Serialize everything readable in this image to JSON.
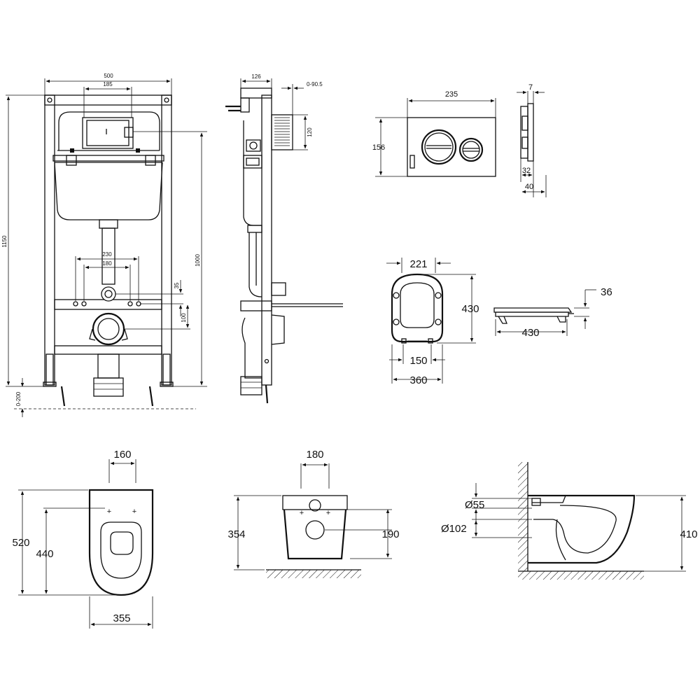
{
  "frame_front": {
    "w500": "500",
    "w185": "185",
    "h1150": "1150",
    "h1000": "1000",
    "w230": "230",
    "w180": "180",
    "v35": "35",
    "v100": "100",
    "v0200": "0-200"
  },
  "frame_side": {
    "w126": "126",
    "a0905": "0-90.5",
    "h120": "120"
  },
  "flush_plate": {
    "w235": "235",
    "h156": "156",
    "d7": "7",
    "d32": "32",
    "d40": "40"
  },
  "seat": {
    "w221": "221",
    "l430": "430",
    "w150": "150",
    "w360": "360",
    "h36": "36",
    "l430b": "430"
  },
  "bowl_top": {
    "w160": "160",
    "l520": "520",
    "l440": "440",
    "w355": "355"
  },
  "bowl_rear": {
    "w180": "180",
    "h354": "354",
    "h190": "190"
  },
  "bowl_side": {
    "d55": "Ø55",
    "d102": "Ø102",
    "h410": "410"
  }
}
